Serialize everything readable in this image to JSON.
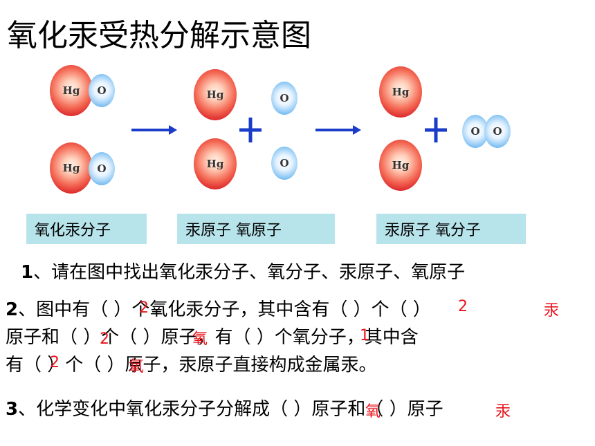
{
  "title": "氧化汞受热分解示意图",
  "atoms": {
    "hg": "Hg",
    "o": "O"
  },
  "labels": {
    "box1": "氧化汞分子",
    "box2": "汞原子   氧原子",
    "box3": "汞原子  氧分子"
  },
  "questions": {
    "q1": {
      "num": "1",
      "text": "、请在图中找出氧化汞分子、氧分子、汞原子、氧原子"
    },
    "q2": {
      "num": "2",
      "line1": "、图中有（     ）个氧化汞分子，其中含有（    ）个（     ）",
      "line2": "原子和（     ）个（     ）原子，有（     ）个氧分子，其中含",
      "line3": "有（   ）个（     ）原子，汞原子直接构成金属汞。"
    },
    "q3": {
      "num": "3",
      "text": "、化学变化中氧化汞分子分解成（     ）原子和（     ）原子"
    }
  },
  "answers": {
    "a1": "2",
    "a2": "2",
    "a3": "汞",
    "a4": "2",
    "a5": "氧",
    "a6": "1",
    "a7": "2",
    "a8": "氧",
    "a9": "氧",
    "a10": "汞"
  },
  "colors": {
    "hg": "#d71a22",
    "o": "#3d9be4",
    "arrow": "#1a3cc8",
    "label_bg": "#b7e3ea",
    "answer": "#e8121a"
  }
}
